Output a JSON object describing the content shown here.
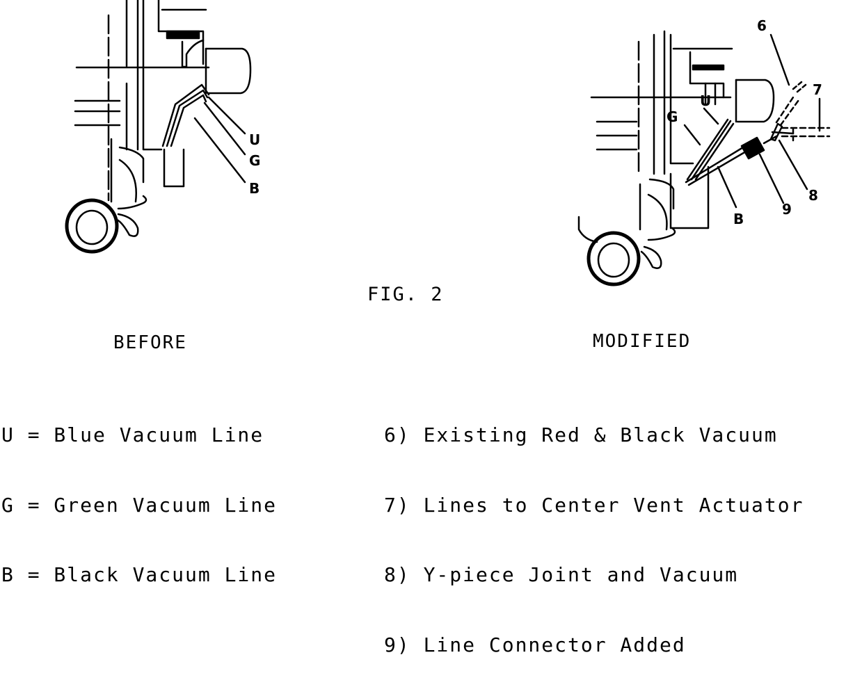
{
  "figure_caption": "FIG. 2",
  "before": {
    "heading": "BEFORE",
    "callouts": [
      "U",
      "G",
      "B"
    ],
    "legend": [
      "U = Blue Vacuum Line",
      "G = Green Vacuum Line",
      "B = Black Vacuum Line"
    ]
  },
  "modified": {
    "heading": "MODIFIED",
    "callouts": [
      "6",
      "7",
      "U",
      "G",
      "8",
      "9",
      "B"
    ],
    "legend": [
      "6) Existing Red & Black Vacuum",
      "7) Lines to Center Vent Actuator",
      "8) Y-piece Joint and Vacuum",
      "9) Line Connector Added"
    ]
  }
}
